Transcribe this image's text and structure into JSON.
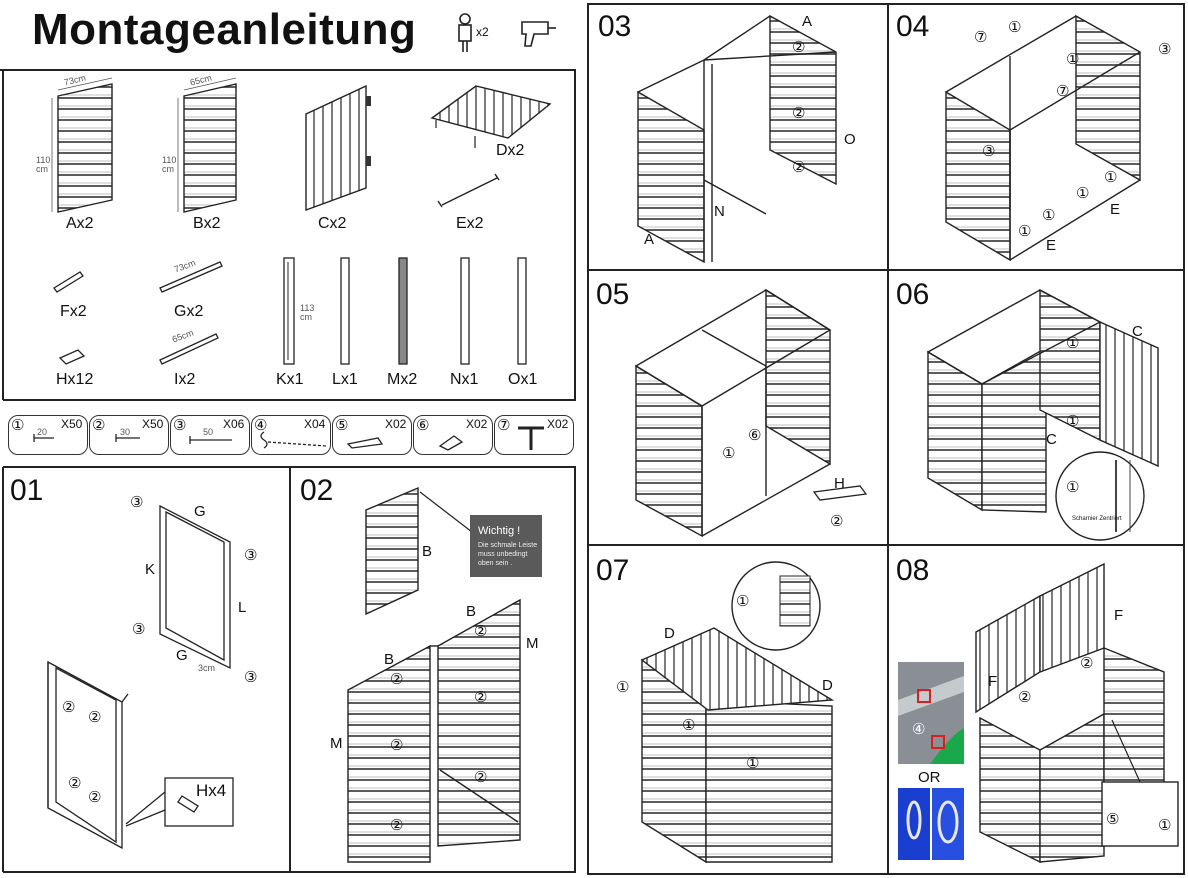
{
  "title": "Montageanleitung",
  "header_icons": {
    "persons": "x2",
    "person_icon": "person-icon",
    "drill_icon": "drill-icon"
  },
  "parts": {
    "A": {
      "label": "Ax2",
      "width": "73cm",
      "height": "110 cm"
    },
    "B": {
      "label": "Bx2",
      "width": "65cm",
      "height": "110 cm"
    },
    "C": {
      "label": "Cx2"
    },
    "D": {
      "label": "Dx2"
    },
    "E": {
      "label": "Ex2"
    },
    "F": {
      "label": "Fx2"
    },
    "G": {
      "label": "Gx2",
      "length": "73cm"
    },
    "H": {
      "label": "Hx12"
    },
    "I": {
      "label": "Ix2",
      "length": "65cm"
    },
    "K": {
      "label": "Kx1",
      "length": "113 cm"
    },
    "L": {
      "label": "Lx1"
    },
    "M": {
      "label": "Mx2"
    },
    "N": {
      "label": "Nx1"
    },
    "O": {
      "label": "Ox1"
    }
  },
  "hardware": [
    {
      "num": "①",
      "count": "X50",
      "size": "20"
    },
    {
      "num": "②",
      "count": "X50",
      "size": "30"
    },
    {
      "num": "③",
      "count": "X06",
      "size": "50"
    },
    {
      "num": "④",
      "count": "X04"
    },
    {
      "num": "⑤",
      "count": "X02"
    },
    {
      "num": "⑥",
      "count": "X02"
    },
    {
      "num": "⑦",
      "count": "X02"
    }
  ],
  "steps": {
    "s01": {
      "num": "01",
      "G": "G",
      "K": "K",
      "L": "L",
      "G2": "G",
      "gap": "3cm",
      "n3": "③",
      "n2": "②",
      "hx4": "Hx4"
    },
    "s02": {
      "num": "02",
      "B": "B",
      "B2": "B",
      "B3": "B",
      "M": "M",
      "M2": "M",
      "n2": "②",
      "note_title": "Wichtig !",
      "note_body": "Die schmale Leiste muss unbedingt oben sein ."
    },
    "s03": {
      "num": "03",
      "A": "A",
      "A2": "A",
      "N": "N",
      "O": "O",
      "n2": "②"
    },
    "s04": {
      "num": "04",
      "n1": "①",
      "n3": "③",
      "n7": "⑦",
      "E": "E",
      "E2": "E"
    },
    "s05": {
      "num": "05",
      "H": "H",
      "n1": "①",
      "n2": "②",
      "n6": "⑥"
    },
    "s06": {
      "num": "06",
      "C": "C",
      "C2": "C",
      "n1": "①",
      "hinge": "Scharnier Zentriert"
    },
    "s07": {
      "num": "07",
      "D": "D",
      "D2": "D",
      "n1": "①"
    },
    "s08": {
      "num": "08",
      "F": "F",
      "F2": "F",
      "n2": "②",
      "n4": "④",
      "n5": "⑤",
      "n1": "①",
      "or": "OR"
    }
  },
  "colors": {
    "ink": "#222222",
    "note_bg": "#5a5a5a",
    "red_marker": "#d92020",
    "blue_photo": "#1a3fd0",
    "green_photo": "#19a84a"
  }
}
